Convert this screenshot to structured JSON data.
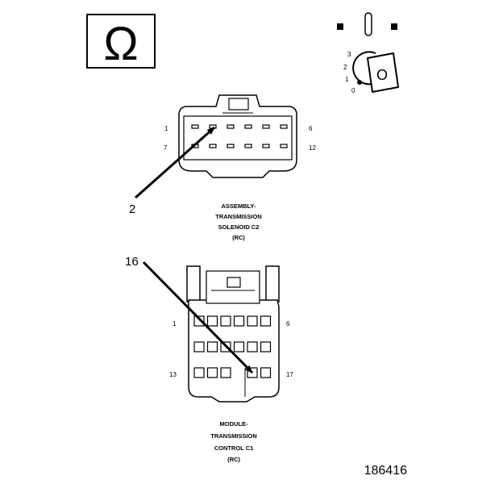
{
  "ohm_symbol": "Ω",
  "ignition": {
    "positions": [
      "3",
      "2",
      "1",
      "0"
    ],
    "key_glyph": "O"
  },
  "connector_c2": {
    "pin_labels": {
      "top_left": "1",
      "top_right": "6",
      "bottom_left": "7",
      "bottom_right": "12"
    },
    "callout": "2",
    "caption": [
      "ASSEMBLY-",
      "TRANSMISSION",
      "SOLENOID C2",
      "(RC)"
    ]
  },
  "connector_c1": {
    "pin_labels": {
      "top_left": "1",
      "top_right": "6",
      "bottom_left": "13",
      "bottom_right": "17"
    },
    "callout": "16",
    "caption": [
      "MODULE-",
      "TRANSMISSION",
      "CONTROL C1",
      "(RC)"
    ]
  },
  "figure_number": "186416",
  "colors": {
    "ink": "#000000",
    "paper": "#ffffff"
  }
}
